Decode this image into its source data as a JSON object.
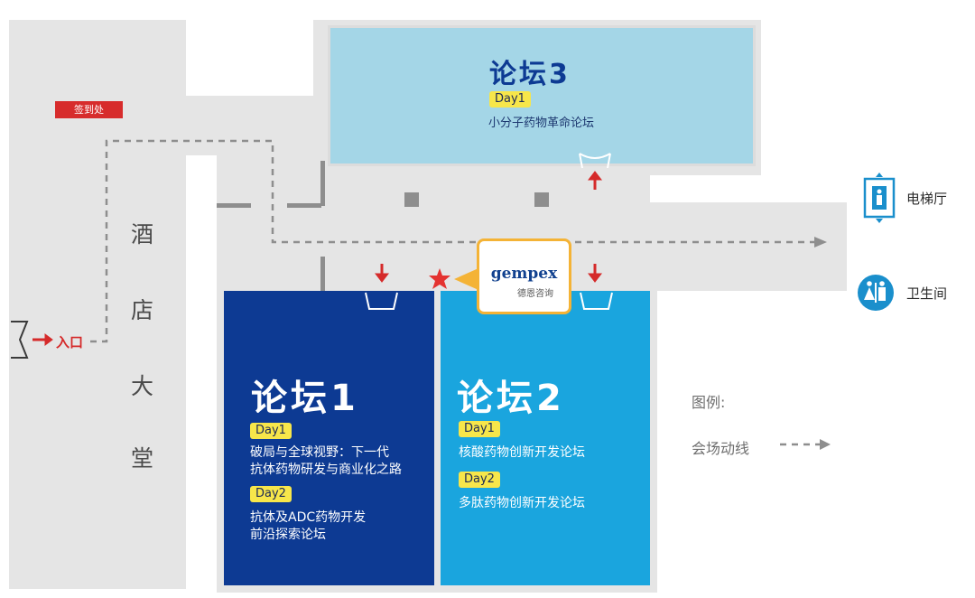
{
  "map": {
    "checkin_label": "签到处",
    "entrance_label": "入口",
    "hall_chars": [
      "酒",
      "店",
      "大",
      "堂"
    ],
    "rooms": {
      "forum1": {
        "title": "论坛1",
        "sessions": [
          {
            "day": "Day1",
            "lines": [
              "破局与全球视野：下一代",
              "抗体药物研发与商业化之路"
            ]
          },
          {
            "day": "Day2",
            "lines": [
              "抗体及ADC药物开发",
              "前沿探索论坛"
            ]
          }
        ],
        "color": "#0d3a93"
      },
      "forum2": {
        "title": "论坛2",
        "sessions": [
          {
            "day": "Day1",
            "lines": [
              "核酸药物创新开发论坛"
            ]
          },
          {
            "day": "Day2",
            "lines": [
              "多肽药物创新开发论坛"
            ]
          }
        ],
        "color": "#1aa5de"
      },
      "forum3": {
        "title": "论坛3",
        "sessions": [
          {
            "day": "Day1",
            "lines": [
              "小分子药物革命论坛"
            ]
          }
        ],
        "color": "#a4d6e7"
      }
    },
    "booth": {
      "logo": "gempex",
      "subtitle": "德恩咨询",
      "border_color": "#f4b336"
    },
    "facilities": {
      "elevator": "电梯厅",
      "restroom": "卫生间"
    },
    "legend": {
      "title": "图例:",
      "route_label": "会场动线"
    },
    "colors": {
      "arrow": "#d52a2a",
      "route": "#8e8e8e",
      "floor": "#e5e5e5",
      "tag": "#f7e64a",
      "icon": "#1a8fcc"
    },
    "icons": [
      "elevator-icon",
      "restroom-icon",
      "star-icon",
      "door-icon",
      "arrow-icon"
    ]
  }
}
